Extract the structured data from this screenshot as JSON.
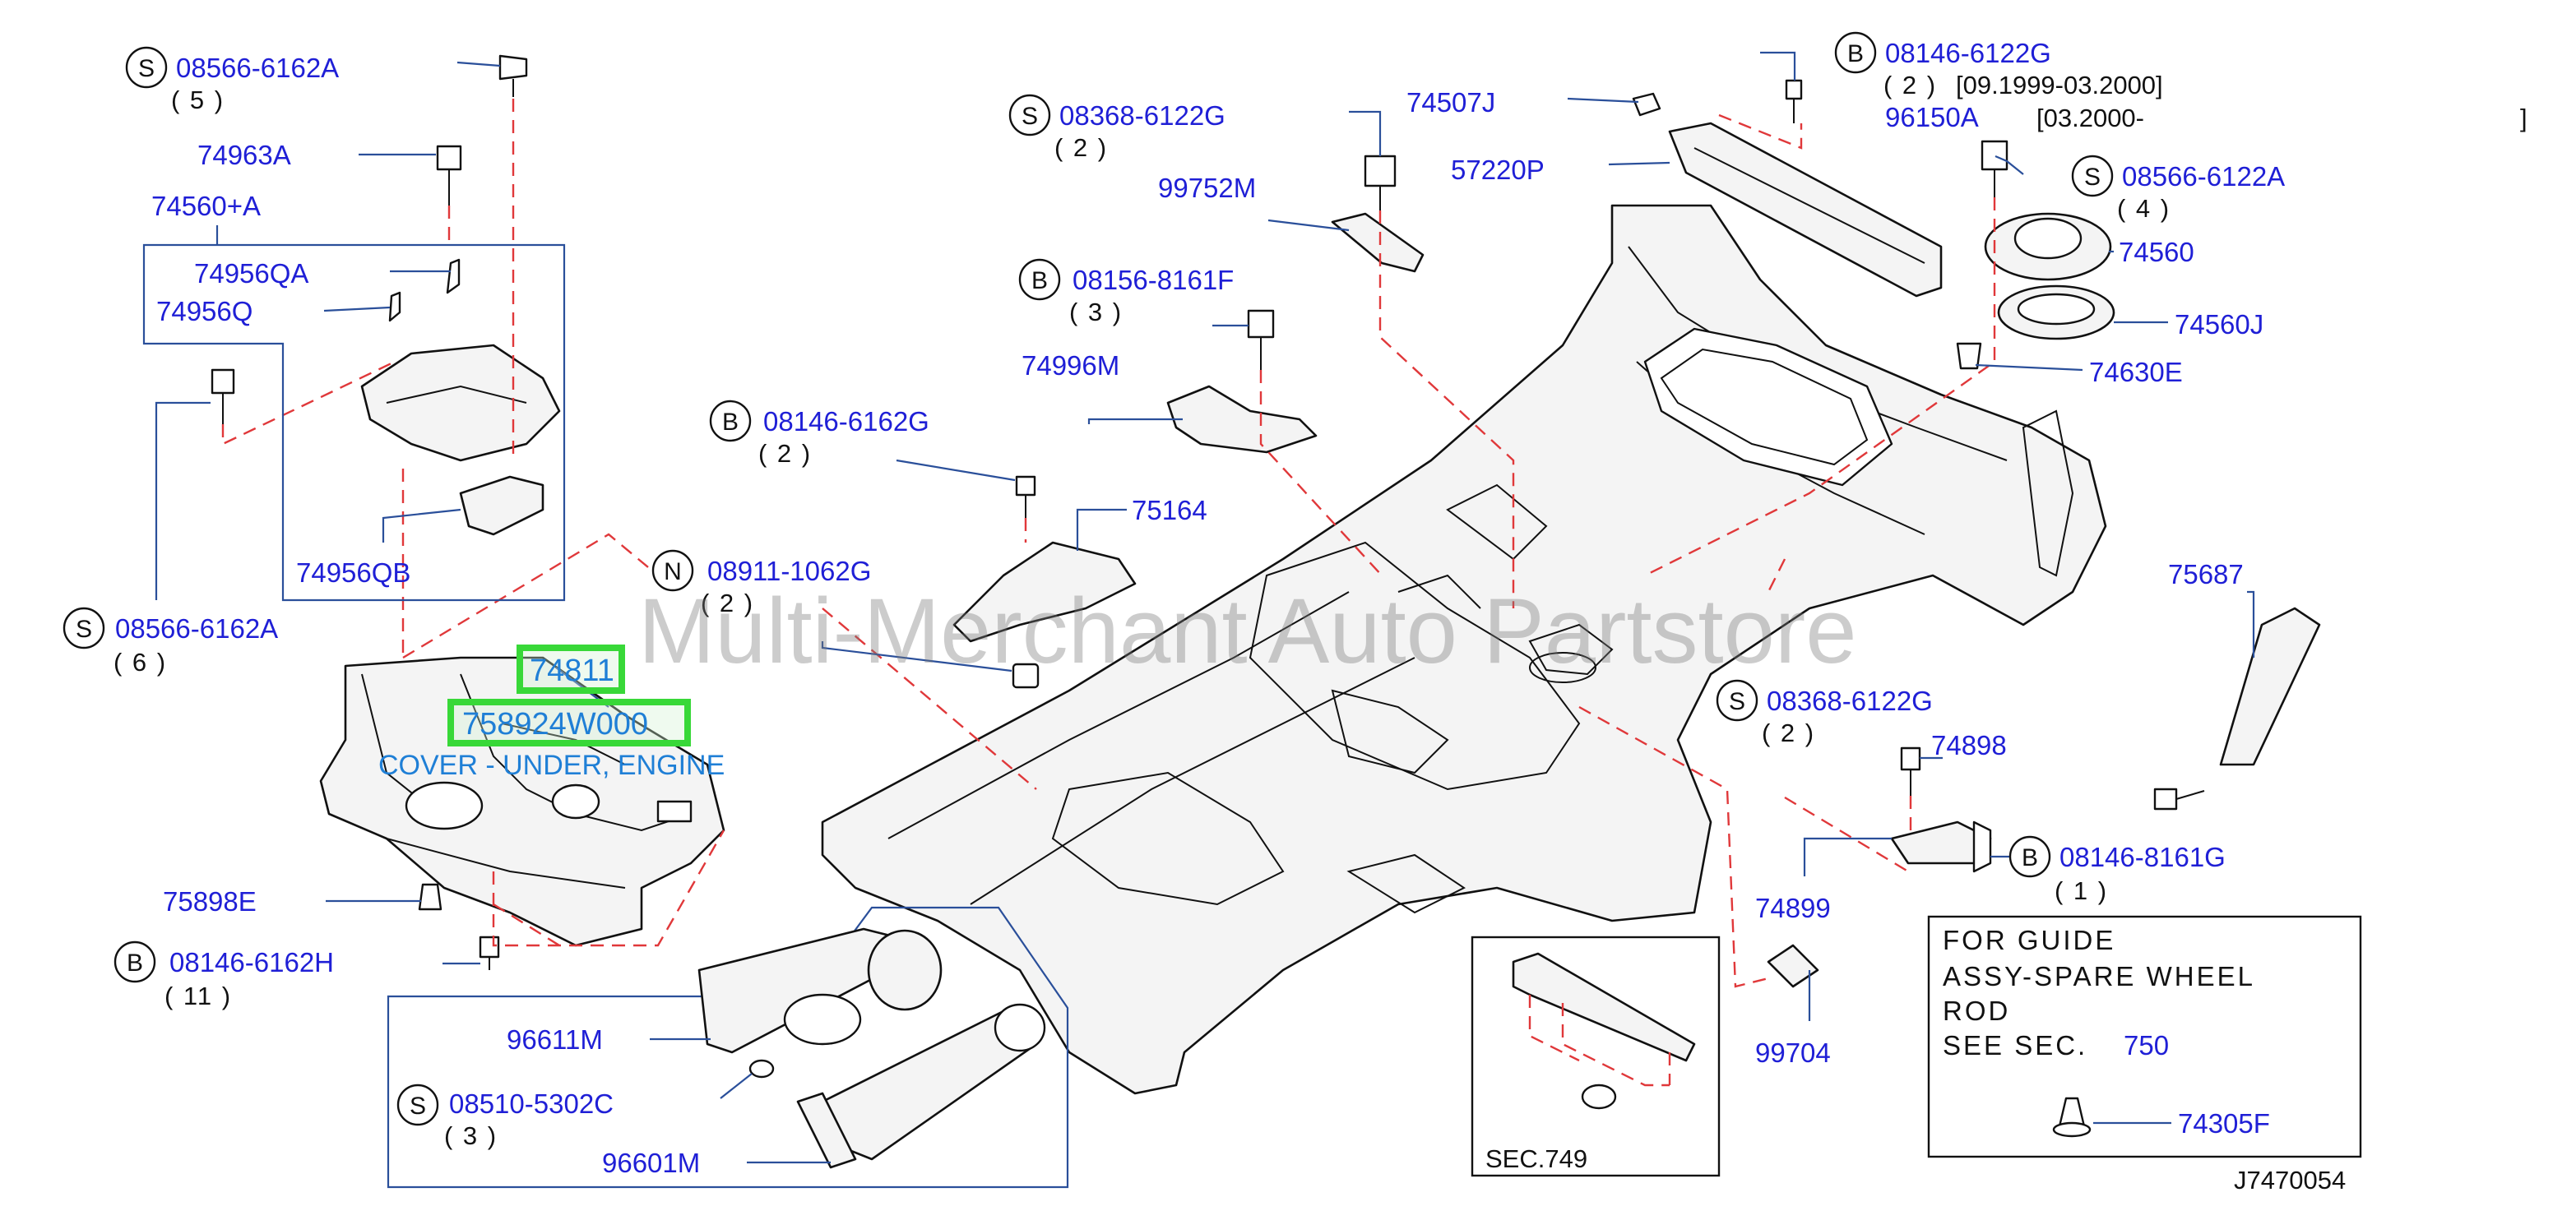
{
  "labels": {
    "p08566_6162A_top": "08566-6162A",
    "q5": "( 5 )",
    "p74963A": "74963A",
    "p74560A": "74560+A",
    "p74956QA": "74956QA",
    "p74956Q": "74956Q",
    "p74956QB": "74956QB",
    "p08566_6162A_bot": "08566-6162A",
    "q6": "( 6 )",
    "p08368_6122G_top": "08368-6122G",
    "q2a": "( 2 )",
    "p74507J": "74507J",
    "p99752M": "99752M",
    "p57220P": "57220P",
    "p08146_6122G": "08146-6122G",
    "q2b": "( 2 )",
    "date1": "[09.1999-03.2000]",
    "p96150A": "96150A",
    "date2": "[03.2000-",
    "date2_end": "]",
    "p08566_6122A": "08566-6122A",
    "q4": "( 4 )",
    "p74560": "74560",
    "p74560J": "74560J",
    "p74630E": "74630E",
    "p08156_8161F": "08156-8161F",
    "q3a": "( 3 )",
    "p74996M": "74996M",
    "p08146_6162G": "08146-6162G",
    "q2c": "( 2 )",
    "p75164": "75164",
    "p08911_1062G": "08911-1062G",
    "q2d": "( 2 )",
    "p74811": "74811",
    "p758924W000": "758924W000",
    "cover_desc": "COVER - UNDER, ENGINE",
    "p75898E": "75898E",
    "p08146_6162H": "08146-6162H",
    "q11": "( 11 )",
    "p96611M": "96611M",
    "p08510_5302C": "08510-5302C",
    "q3b": "( 3 )",
    "p96601M": "96601M",
    "p75687": "75687",
    "p08368_6122G_right": "08368-6122G",
    "q2e": "( 2 )",
    "p74898": "74898",
    "p74899": "74899",
    "p08146_8161G": "08146-8161G",
    "q1": "( 1 )",
    "p99704": "99704",
    "sec749": "SEC.749",
    "p74305F": "74305F",
    "diagram_id": "J7470054"
  },
  "symbols": {
    "s1": "S",
    "s2": "S",
    "s3": "S",
    "s4": "S",
    "s5": "S",
    "s6": "S",
    "b1": "B",
    "b2": "B",
    "b3": "B",
    "b4": "B",
    "b5": "B",
    "n1": "N"
  },
  "note": {
    "line1": "FOR  GUIDE",
    "line2": "ASSY-SPARE  WHEEL",
    "line3": "ROD",
    "line4": "SEE  SEC.",
    "sec_ref": "750"
  },
  "watermark": "Multi-Merchant Auto Partstore",
  "colors": {
    "label_blue": "#1f1fd6",
    "leader_blue": "#2a4f9a",
    "dashed_red": "#e0383a",
    "highlight_green": "#38d838",
    "desc_blue": "#1f7fd6"
  }
}
